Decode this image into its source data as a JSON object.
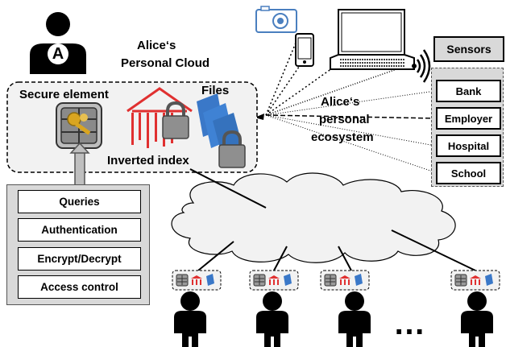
{
  "cloud": {
    "owner_initial": "A",
    "title_line1": "Alice‘s",
    "title_line2": "Personal Cloud",
    "secure_element_label": "Secure element",
    "files_label": "Files",
    "index_label": "Inverted index"
  },
  "menu": {
    "items": [
      "Queries",
      "Authentication",
      "Encrypt/Decrypt",
      "Access control"
    ]
  },
  "ecosystem": {
    "label_line1": "Alice‘s",
    "label_line2": "personal",
    "label_line3": "ecosystem",
    "sensors_label": "Sensors",
    "sources": [
      "Bank",
      "Employer",
      "Hospital",
      "School"
    ]
  },
  "network": {
    "ellipsis": "…"
  },
  "colors": {
    "index": "#e03030",
    "files": "#3a78c8",
    "chip": "#8a8a8a",
    "panel": "#d9d9d9",
    "key": "#d9a520"
  },
  "icons": [
    "person-icon",
    "camera-icon",
    "phone-icon",
    "laptop-icon",
    "wifi-icon",
    "chip-icon",
    "key-icon",
    "lock-icon",
    "file-icon",
    "index-icon",
    "cloud-icon"
  ]
}
